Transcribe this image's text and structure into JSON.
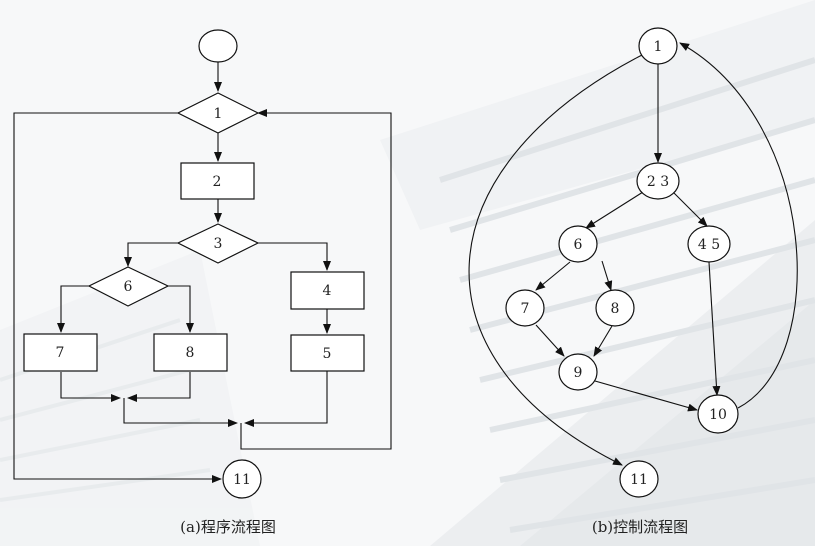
{
  "left_diagram": {
    "caption": "(a)程序流程图",
    "nodes": {
      "d1": "1",
      "b2": "2",
      "d3": "3",
      "b4": "4",
      "b5": "5",
      "d6": "6",
      "b7": "7",
      "b8": "8",
      "c11": "11",
      "start": ""
    }
  },
  "right_diagram": {
    "caption": "(b)控制流程图",
    "nodes": {
      "n1": "1",
      "n23": "2 3",
      "n45": "4 5",
      "n6": "6",
      "n7": "7",
      "n8": "8",
      "n9": "9",
      "n10": "10",
      "n11": "11"
    }
  }
}
